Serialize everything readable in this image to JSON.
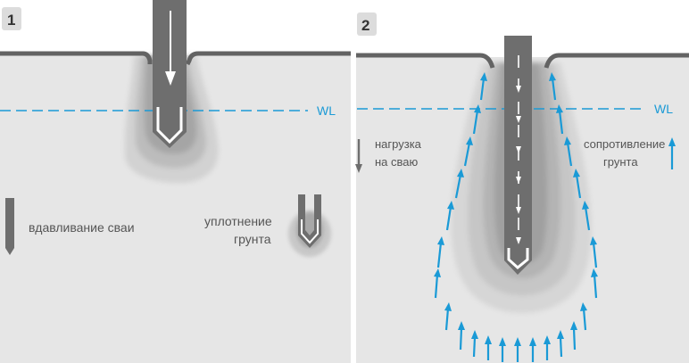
{
  "panel1": {
    "number": "1",
    "water_level": "WL",
    "legend_push": "вдавливание сваи",
    "legend_compaction_line1": "уплотнение",
    "legend_compaction_line2": "грунта"
  },
  "panel2": {
    "number": "2",
    "water_level": "WL",
    "load_line1": "нагрузка",
    "load_line2": "на сваю",
    "resistance_line1": "сопротивление",
    "resistance_line2": "грунта"
  },
  "colors": {
    "ground": "#e6e6e6",
    "surface": "#636363",
    "pile": "#707070",
    "water_level": "#1a9ad6",
    "resistance_arrows": "#1a9ad6",
    "text": "#555555",
    "badge": "#dcdcdc"
  }
}
